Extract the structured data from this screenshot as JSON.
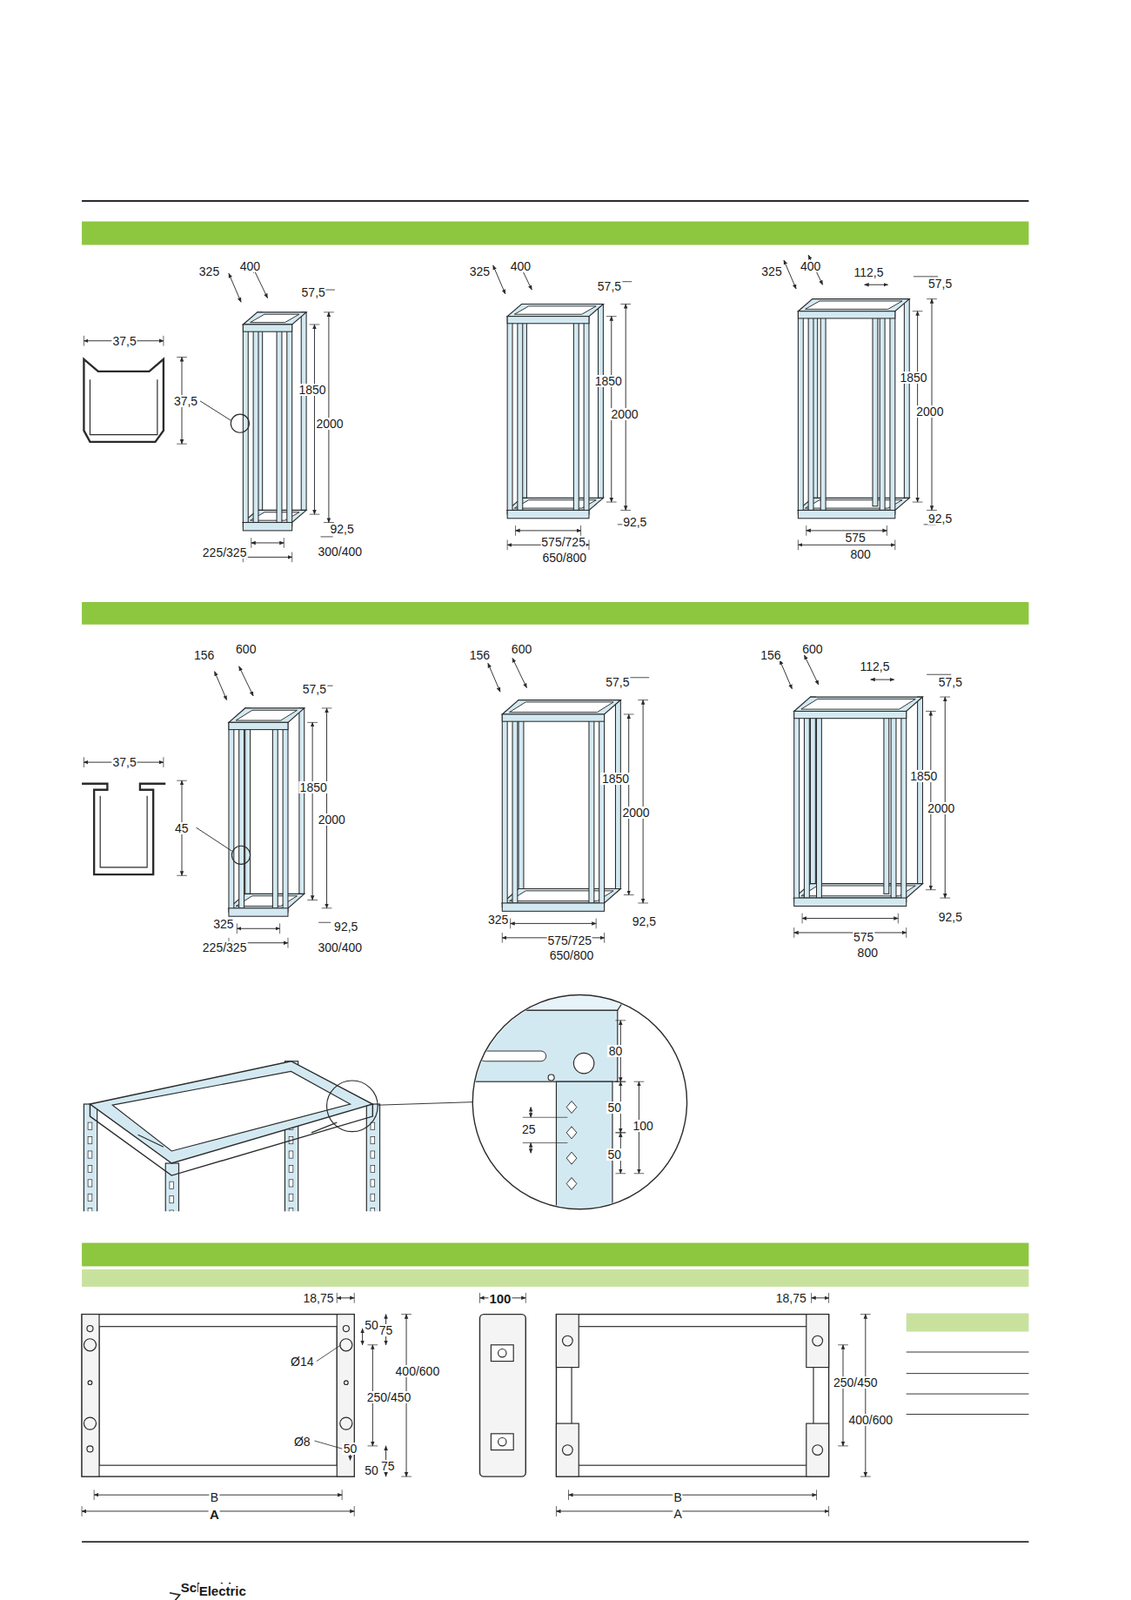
{
  "diagram": {
    "labels": [
      "325",
      "400",
      "57,5",
      "37,5",
      "37,5",
      "1850",
      "2000",
      "92,5",
      "225/325",
      "300/400",
      "325",
      "400",
      "57,5",
      "1850",
      "2000",
      "92,5",
      "575/725",
      "650/800",
      "325",
      "400",
      "112,5",
      "57,5",
      "1850",
      "2000",
      "92,5",
      "575",
      "800",
      "156",
      "600",
      "57,5",
      "37,5",
      "45",
      "1850",
      "2000",
      "325",
      "92,5",
      "225/325",
      "300/400",
      "156",
      "600",
      "57,5",
      "1850",
      "2000",
      "325",
      "92,5",
      "575/725",
      "650/800",
      "156",
      "600",
      "112,5",
      "57,5",
      "1850",
      "2000",
      "92,5",
      "575",
      "800",
      "80",
      "50",
      "25",
      "100",
      "50",
      "18,75",
      "50",
      "75",
      "Ø14",
      "400/600",
      "250/450",
      "Ø8",
      "50",
      "75",
      "50",
      "B",
      "A",
      "100",
      "18,75",
      "250/450",
      "400/600",
      "B",
      "A",
      "Schneider",
      "Electric"
    ]
  }
}
